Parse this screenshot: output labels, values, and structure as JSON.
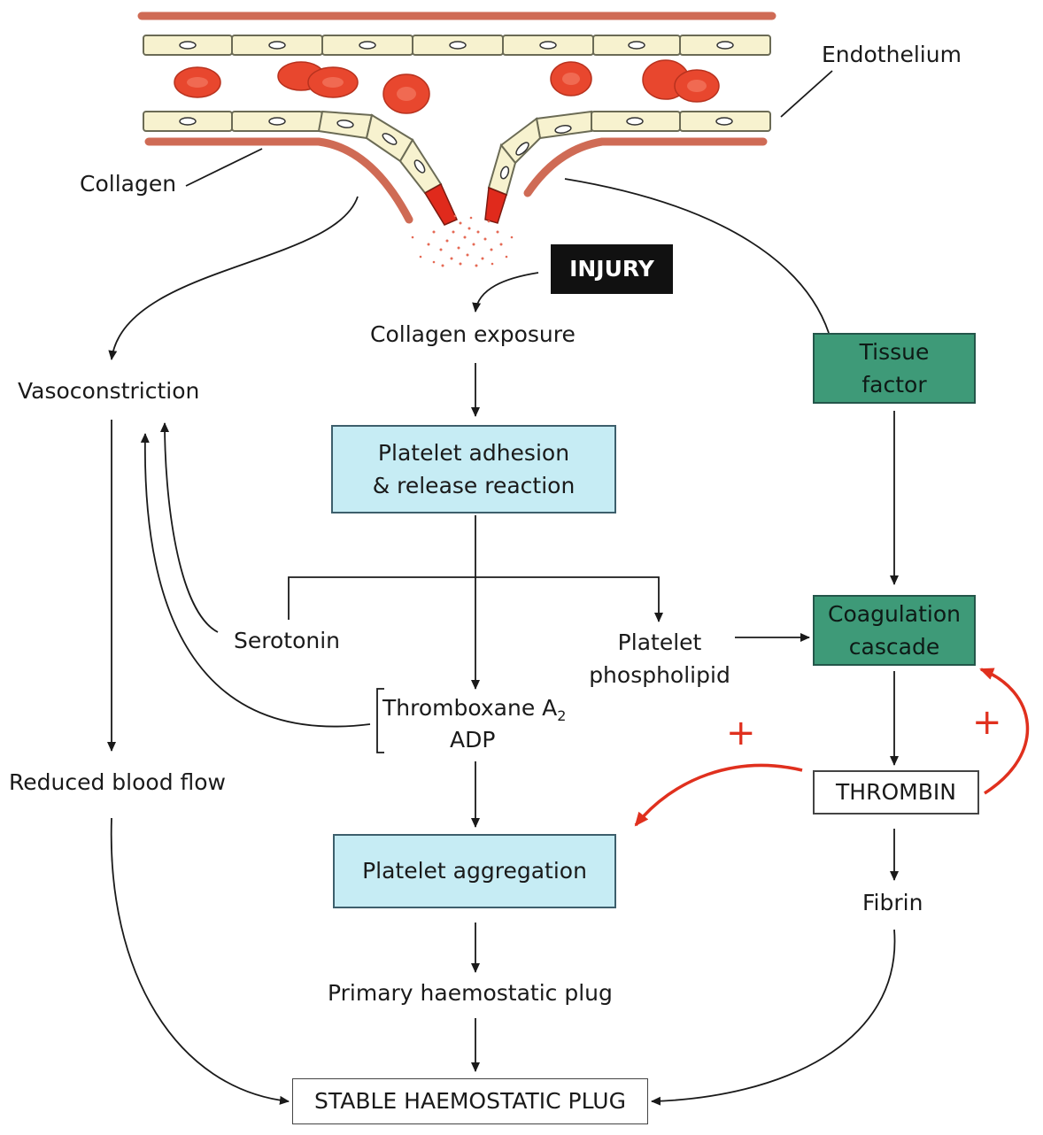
{
  "labels": {
    "endothelium": "Endothelium",
    "collagen": "Collagen",
    "injury": "INJURY",
    "collagen_exposure": "Collagen exposure",
    "vasoconstriction": "Vasoconstriction",
    "tissue_factor_line1": "Tissue",
    "tissue_factor_line2": "factor",
    "platelet_adhesion_line1": "Platelet adhesion",
    "platelet_adhesion_line2": "& release reaction",
    "serotonin": "Serotonin",
    "platelet_phospholipid_line1": "Platelet",
    "platelet_phospholipid_line2": "phospholipid",
    "coagulation_line1": "Coagulation",
    "coagulation_line2": "cascade",
    "thromboxane": "Thromboxane A",
    "thromboxane_sub": "2",
    "adp": "ADP",
    "reduced_blood_flow": "Reduced blood flow",
    "thrombin": "THROMBIN",
    "plus_left": "+",
    "plus_right": "+",
    "platelet_aggregation": "Platelet aggregation",
    "fibrin": "Fibrin",
    "primary_plug": "Primary haemostatic plug",
    "stable_plug": "STABLE HAEMOSTATIC PLUG"
  },
  "colors": {
    "vessel_wall": "#cf6b55",
    "endothelial_cell_fill": "#f7f2cf",
    "red_blood_cell": "#e8472e",
    "platelet_box": "#c6ecf4",
    "coagulation_box": "#3e9a78",
    "positive_feedback": "#e0301e"
  }
}
